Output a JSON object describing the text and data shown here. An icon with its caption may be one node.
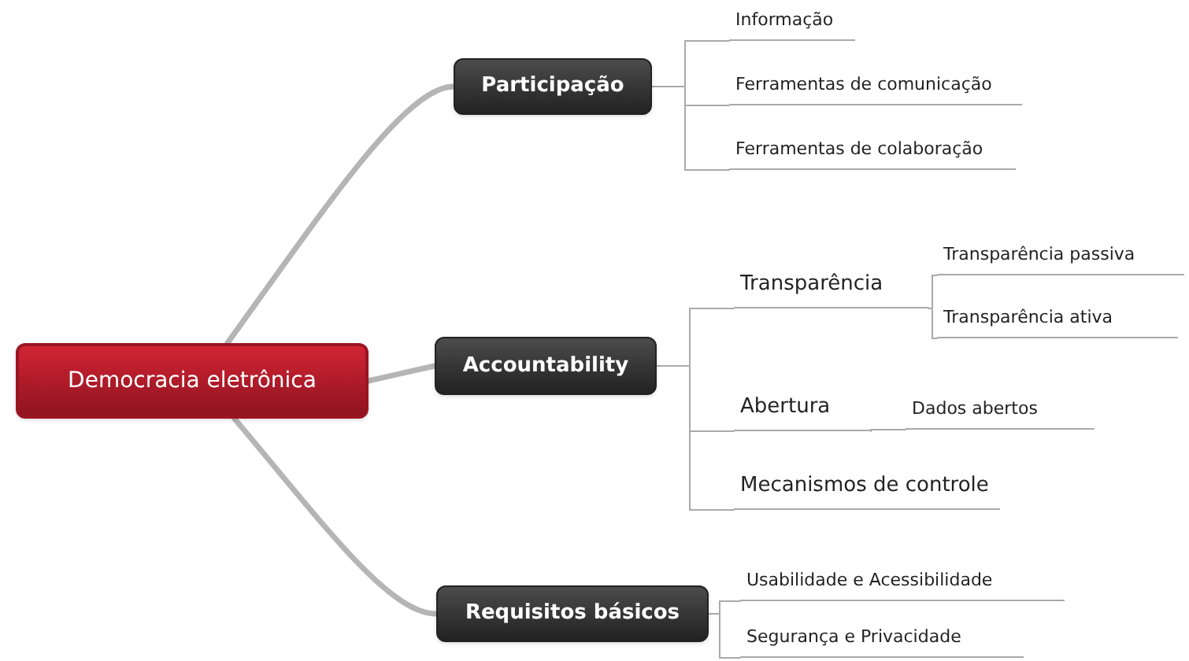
{
  "diagram": {
    "nodes": [
      {
        "text": [
          "Democracia eletrônica"
        ]
      },
      {
        "text": [
          "Participação"
        ]
      },
      {
        "text": [
          "Accountability"
        ]
      },
      {
        "text": [
          "Requisitos básicos"
        ]
      },
      {
        "text": [
          "Informação"
        ]
      },
      {
        "text": [
          "Ferramentas de comunicação"
        ]
      },
      {
        "text": [
          "Ferramentas de colaboração"
        ]
      },
      {
        "text": [
          "Transparência"
        ]
      },
      {
        "text": [
          "Transparência passiva"
        ]
      },
      {
        "text": [
          "Transparência ativa"
        ]
      },
      {
        "text": [
          "Abertura"
        ]
      },
      {
        "text": [
          "Dados abertos"
        ]
      },
      {
        "text": [
          "Mecanismos de controle"
        ]
      },
      {
        "text": [
          "Usabilidade e Acessibilidade"
        ]
      },
      {
        "text": [
          "Segurança e Privacidade"
        ]
      }
    ],
    "edges": [
      {
        "from": 0,
        "to": 1,
        "arrow": "none",
        "style": "thick"
      },
      {
        "from": 0,
        "to": 2,
        "arrow": "none",
        "style": "thick"
      },
      {
        "from": 0,
        "to": 3,
        "arrow": "none",
        "style": "thick"
      },
      {
        "from": 1,
        "to": 4,
        "arrow": "none"
      },
      {
        "from": 1,
        "to": 5,
        "arrow": "none"
      },
      {
        "from": 1,
        "to": 6,
        "arrow": "none"
      },
      {
        "from": 2,
        "to": 7,
        "arrow": "none"
      },
      {
        "from": 2,
        "to": 10,
        "arrow": "none"
      },
      {
        "from": 2,
        "to": 12,
        "arrow": "none"
      },
      {
        "from": 7,
        "to": 8,
        "arrow": "none"
      },
      {
        "from": 7,
        "to": 9,
        "arrow": "none"
      },
      {
        "from": 10,
        "to": 11,
        "arrow": "none"
      },
      {
        "from": 3,
        "to": 13,
        "arrow": "none"
      },
      {
        "from": 3,
        "to": 14,
        "arrow": "none"
      }
    ]
  }
}
